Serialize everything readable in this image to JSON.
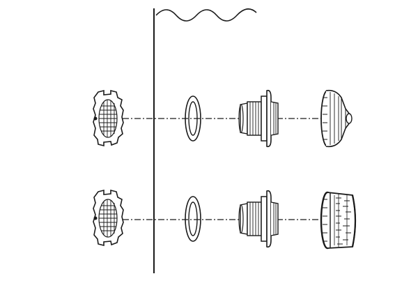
{
  "diagram": {
    "type": "exploded-assembly-drawing",
    "rows": 2,
    "parts_per_row": [
      "hand-nut",
      "gasket-ring",
      "threaded-fitting",
      "return-eyeball-cap"
    ],
    "row_bottom_last_part": "suction-grate-cap",
    "colors": {
      "ink": "#1a1a1a",
      "background": "#ffffff"
    }
  }
}
